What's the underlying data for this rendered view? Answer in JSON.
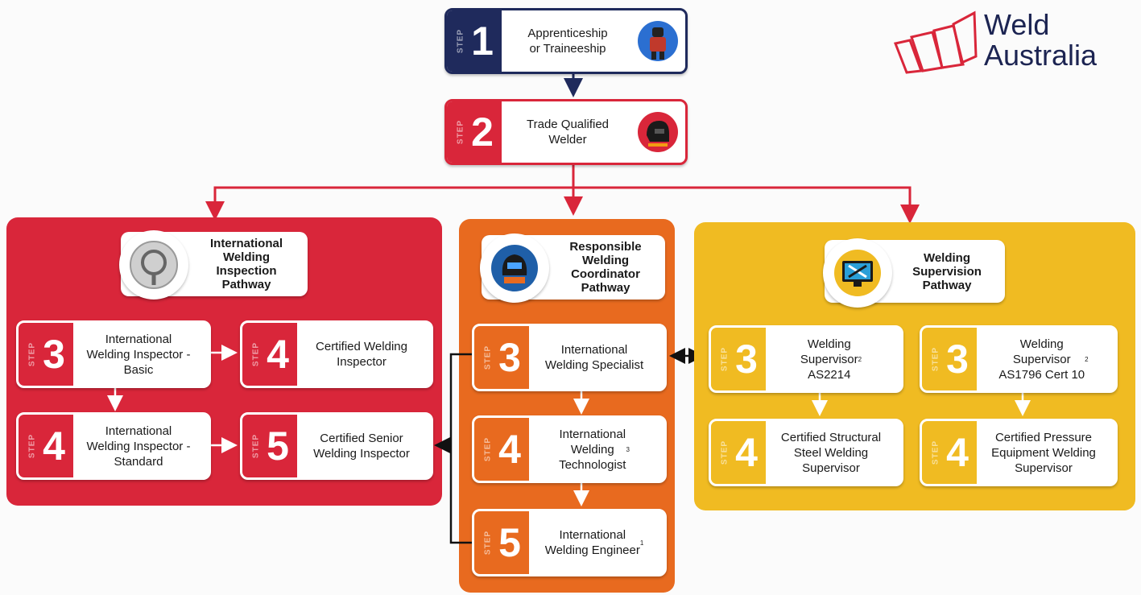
{
  "logo": {
    "line1": "Weld",
    "line2": "Australia"
  },
  "step_word": "STEP",
  "colors": {
    "navy": "#1f2a5c",
    "red": "#d9263a",
    "orange": "#e86a1f",
    "yellow": "#f0bb22",
    "text": "#1a1a1a"
  },
  "top_steps": [
    {
      "number": "1",
      "label": "Apprenticeship\nor Traineeship",
      "icon": "welder-person-icon"
    },
    {
      "number": "2",
      "label": "Trade Qualified\nWelder",
      "icon": "welding-helmet-icon"
    }
  ],
  "pathways": {
    "inspection": {
      "title": "International\nWelding\nInspection\nPathway",
      "icon": "magnifier-icon",
      "steps": [
        {
          "number": "3",
          "label": "International\nWelding Inspector -\nBasic"
        },
        {
          "number": "4",
          "label": "Certified Welding\nInspector"
        },
        {
          "number": "4",
          "label": "International\nWelding Inspector -\nStandard"
        },
        {
          "number": "5",
          "label": "Certified Senior\nWelding Inspector"
        }
      ]
    },
    "coordinator": {
      "title": "Responsible\nWelding\nCoordinator\nPathway",
      "icon": "welding-mask-icon",
      "steps": [
        {
          "number": "3",
          "label": "International\nWelding Specialist"
        },
        {
          "number": "4",
          "label": "International\nWelding\nTechnologist",
          "sup": "3"
        },
        {
          "number": "5",
          "label": "International\nWelding Engineer",
          "sup": "1"
        }
      ]
    },
    "supervision": {
      "title": "Welding\nSupervision\nPathway",
      "icon": "monitor-tools-icon",
      "steps": [
        {
          "number": "3",
          "label": "Welding\nSupervisor\nAS2214",
          "sup": "2"
        },
        {
          "number": "3",
          "label": "Welding\nSupervisor\nAS1796 Cert 10",
          "sup": "2"
        },
        {
          "number": "4",
          "label": "Certified Structural\nSteel Welding\nSupervisor"
        },
        {
          "number": "4",
          "label": "Certified Pressure\nEquipment Welding\nSupervisor"
        }
      ]
    }
  }
}
